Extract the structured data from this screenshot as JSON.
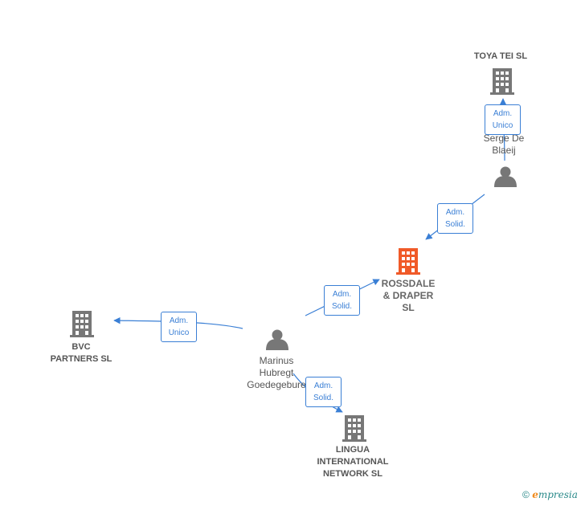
{
  "nodes": {
    "toya": {
      "label_line1": "TOYA TEI  SL"
    },
    "serge": {
      "label_line1": "Serge De",
      "label_line2": "Blaeij"
    },
    "rossdale": {
      "label_line1": "ROSSDALE",
      "label_line2": "& DRAPER",
      "label_line3": "SL"
    },
    "marinus": {
      "label_line1": "Marinus",
      "label_line2": "Hubregt",
      "label_line3": "Goedegebure"
    },
    "bvc": {
      "label_line1": "BVC",
      "label_line2": "PARTNERS  SL"
    },
    "lingua": {
      "label_line1": "LINGUA",
      "label_line2": "INTERNATIONAL",
      "label_line3": "NETWORK SL"
    }
  },
  "edges": {
    "serge_toya": {
      "line1": "Adm.",
      "line2": "Unico"
    },
    "serge_rossdale": {
      "line1": "Adm.",
      "line2": "Solid."
    },
    "marinus_rossdale": {
      "line1": "Adm.",
      "line2": "Solid."
    },
    "marinus_bvc": {
      "line1": "Adm.",
      "line2": "Unico"
    },
    "marinus_lingua": {
      "line1": "Adm.",
      "line2": "Solid."
    }
  },
  "footer": {
    "copyright": "©",
    "brand_e": "e",
    "brand_rest": "mpresia"
  },
  "colors": {
    "edge": "#3a7fd5",
    "company": "#777777",
    "center": "#f05a28",
    "person": "#777777"
  },
  "icons": {
    "company": "building-icon",
    "person": "person-icon"
  }
}
